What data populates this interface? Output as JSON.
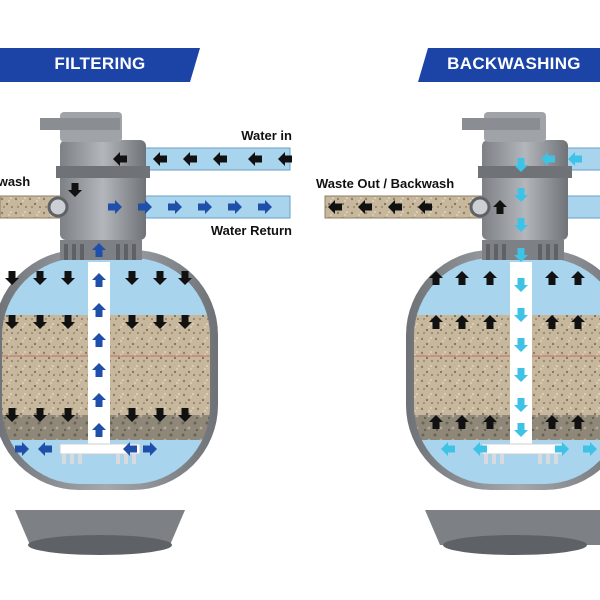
{
  "panels": {
    "filtering": {
      "banner": "FILTERING",
      "labels": {
        "water_in": "Water in",
        "waste_out": "Waste Out / Backwash",
        "water_return": "Water Return"
      },
      "flow_color": "#1f4fa8"
    },
    "backwashing": {
      "banner": "BACKWASHING",
      "labels": {
        "waste_out": "Waste Out / Backwash"
      },
      "flow_color": "#3ec3e6"
    }
  },
  "colors": {
    "banner_bg": "#1b44a6",
    "tank_body": "#8a8e92",
    "tank_dark": "#5e6266",
    "water": "#a9d4ee",
    "sand": "#c4b59a",
    "gravel": "#8d8676",
    "pipe_water": "#a9d4ee",
    "arrow_black": "#111111"
  }
}
